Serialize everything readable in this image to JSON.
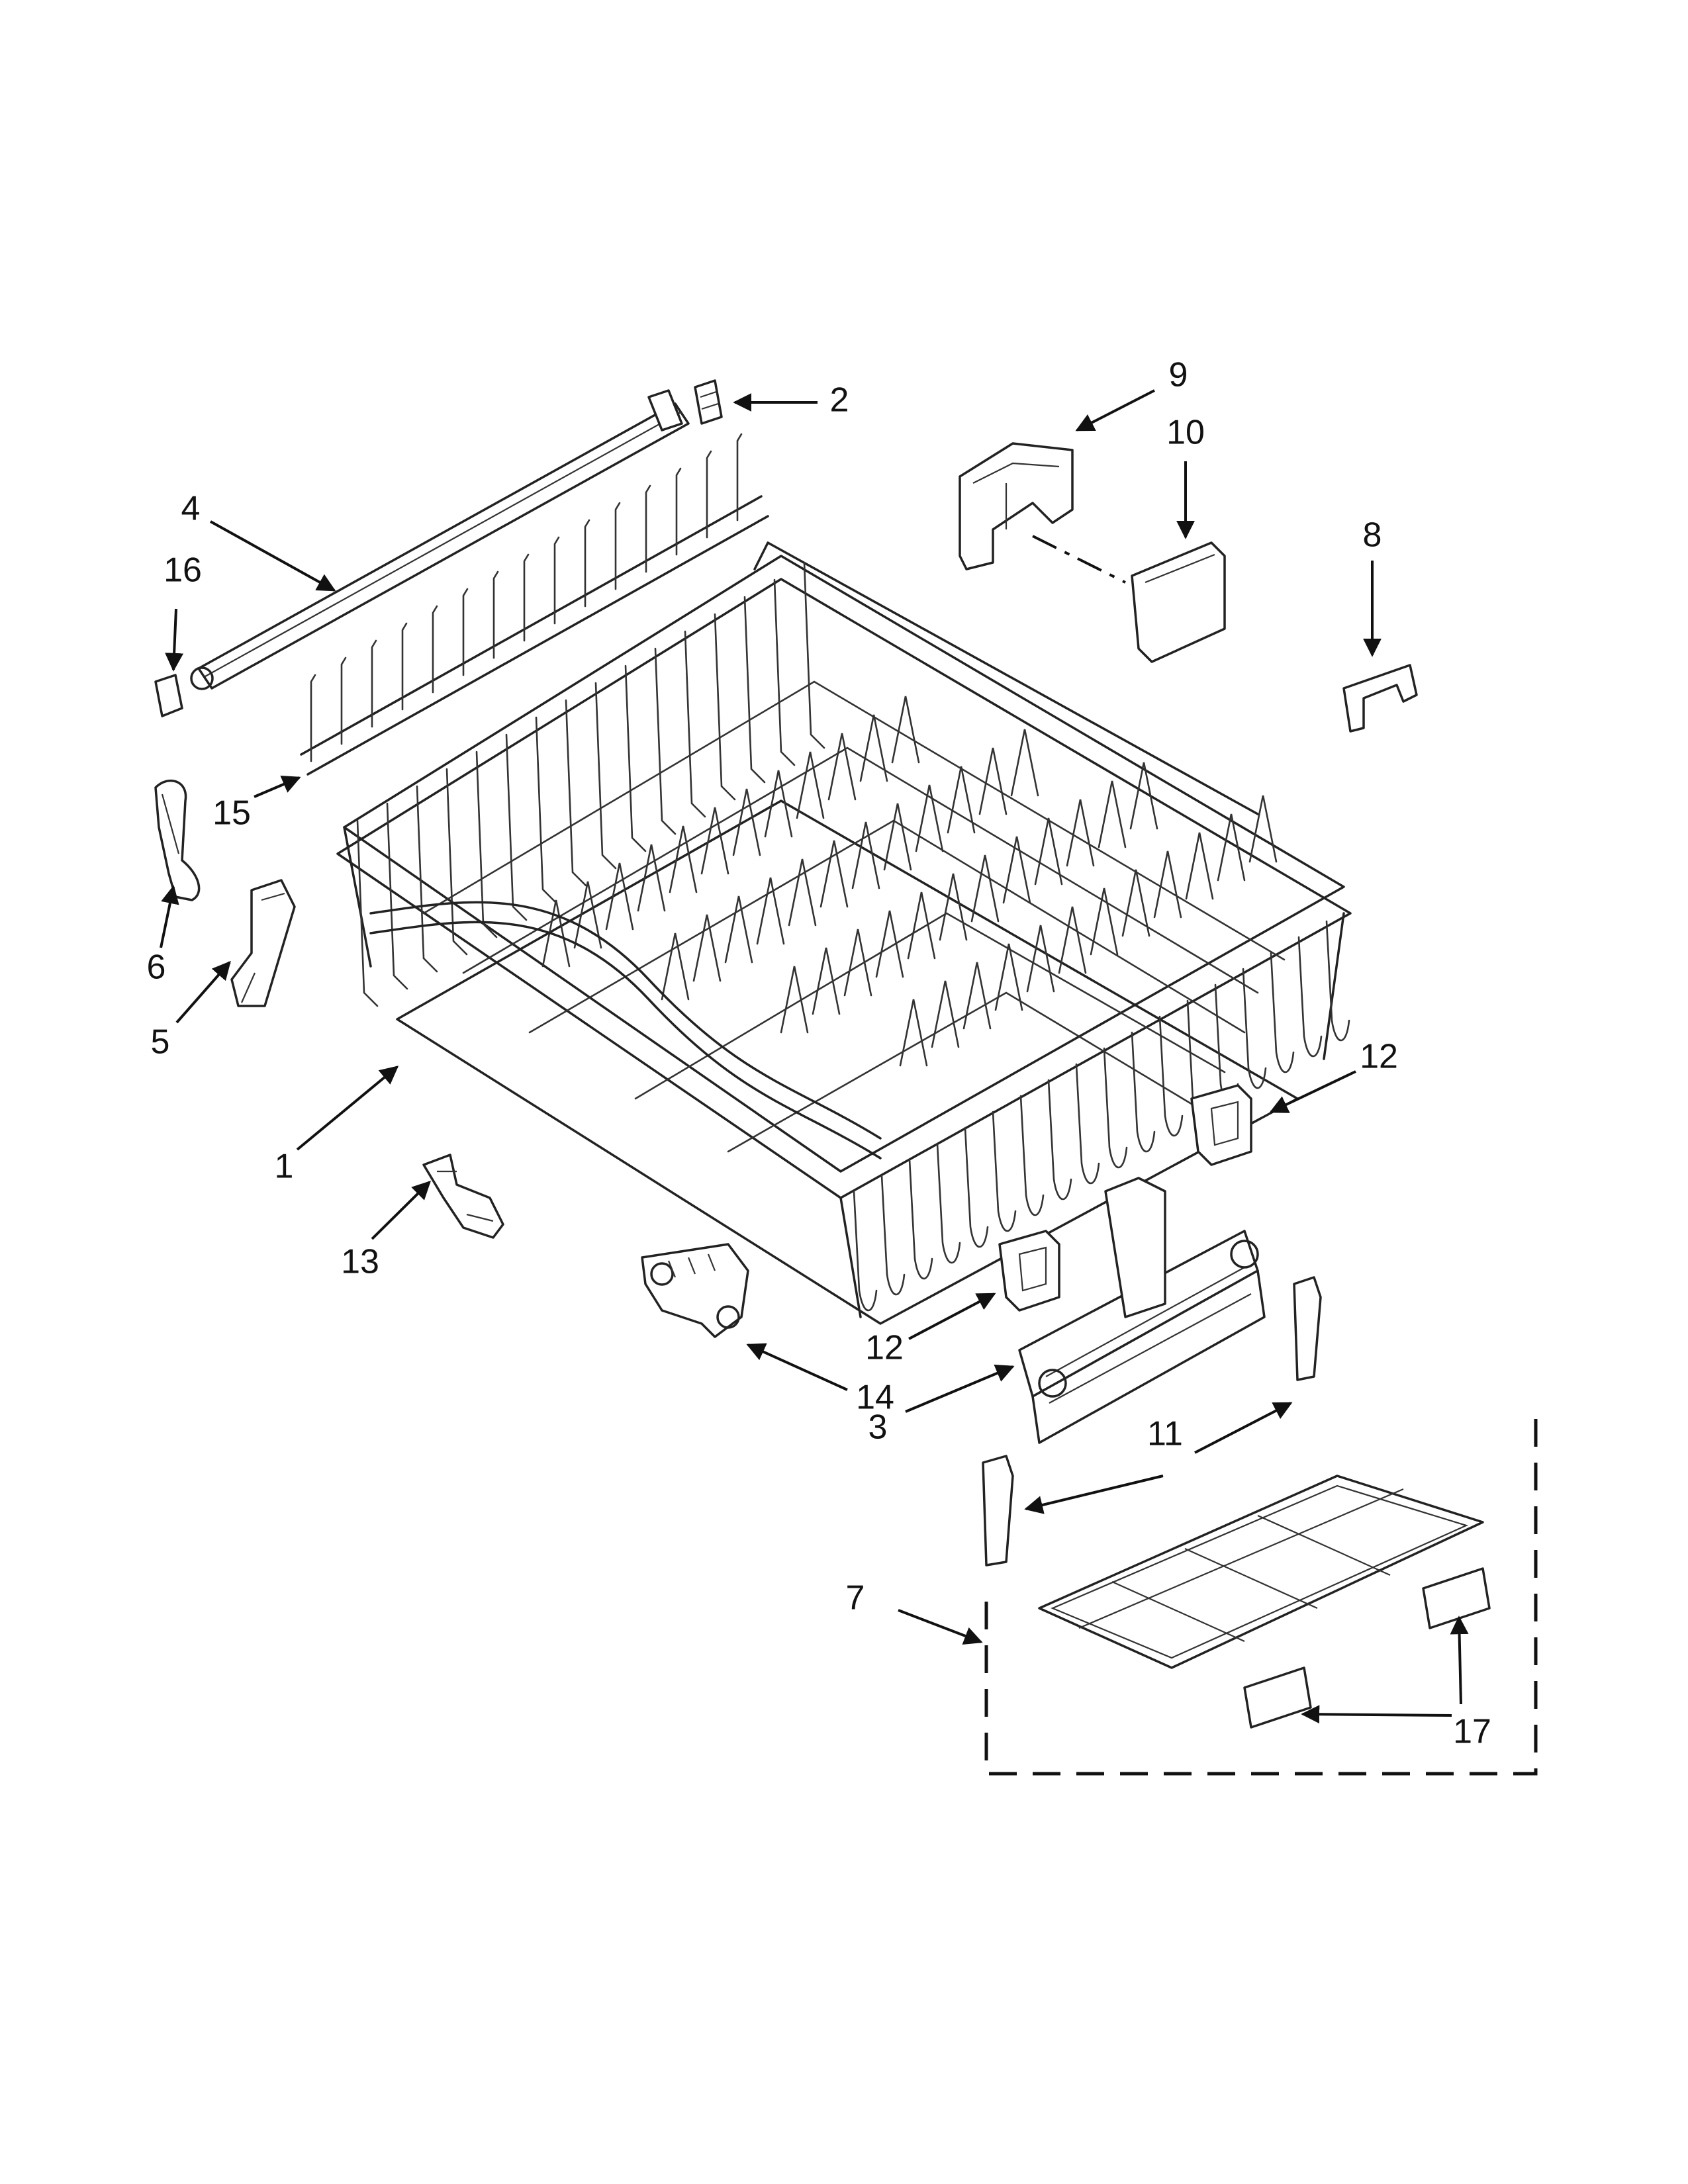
{
  "callouts": [
    {
      "id": "1",
      "label": "1"
    },
    {
      "id": "2",
      "label": "2"
    },
    {
      "id": "3",
      "label": "3"
    },
    {
      "id": "4",
      "label": "4"
    },
    {
      "id": "5",
      "label": "5"
    },
    {
      "id": "6",
      "label": "6"
    },
    {
      "id": "7",
      "label": "7"
    },
    {
      "id": "8",
      "label": "8"
    },
    {
      "id": "9",
      "label": "9"
    },
    {
      "id": "10",
      "label": "10"
    },
    {
      "id": "11",
      "label": "11"
    },
    {
      "id": "12a",
      "label": "12"
    },
    {
      "id": "12b",
      "label": "12"
    },
    {
      "id": "13",
      "label": "13"
    },
    {
      "id": "14",
      "label": "14"
    },
    {
      "id": "15",
      "label": "15"
    },
    {
      "id": "16",
      "label": "16"
    },
    {
      "id": "17",
      "label": "17"
    }
  ]
}
